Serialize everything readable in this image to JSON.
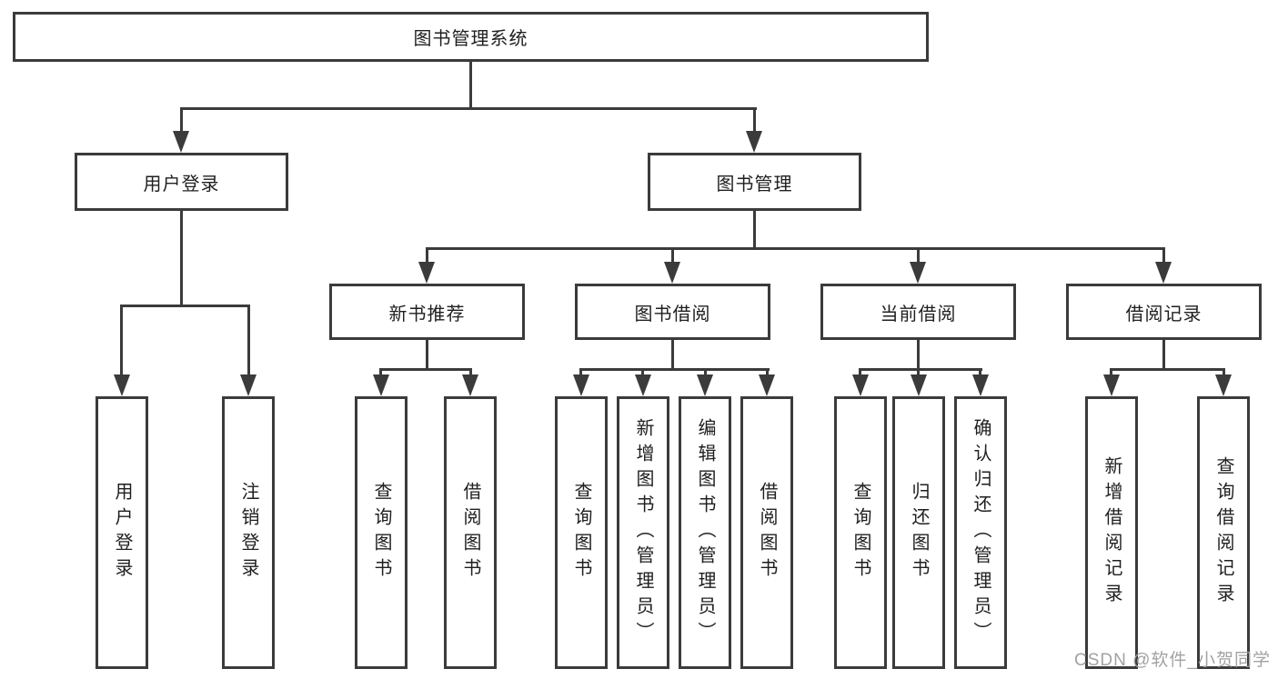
{
  "diagram": {
    "root": "图书管理系统",
    "level2": {
      "user_login": "用户登录",
      "book_mgmt": "图书管理"
    },
    "level3": {
      "new_book_rec": "新书推荐",
      "book_borrow": "图书借阅",
      "current_borrow": "当前借阅",
      "borrow_records": "借阅记录"
    },
    "leaves": {
      "login": [
        "用户登录",
        "注销登录"
      ],
      "newbook": [
        "查询图书",
        "借阅图书"
      ],
      "borrow": [
        "查询图书",
        "新增图书（管理员）",
        "编辑图书（管理员）",
        "借阅图书"
      ],
      "current": [
        "查询图书",
        "归还图书",
        "确认归还（管理员）"
      ],
      "records": [
        "新增借阅记录",
        "查询借阅记录"
      ]
    }
  },
  "watermark": "CSDN @软件_小贺同学",
  "colors": {
    "line": "#3b3b3b",
    "text": "#1f1f1f",
    "watermark_text": "#a2a2a2",
    "background": "#ffffff"
  }
}
